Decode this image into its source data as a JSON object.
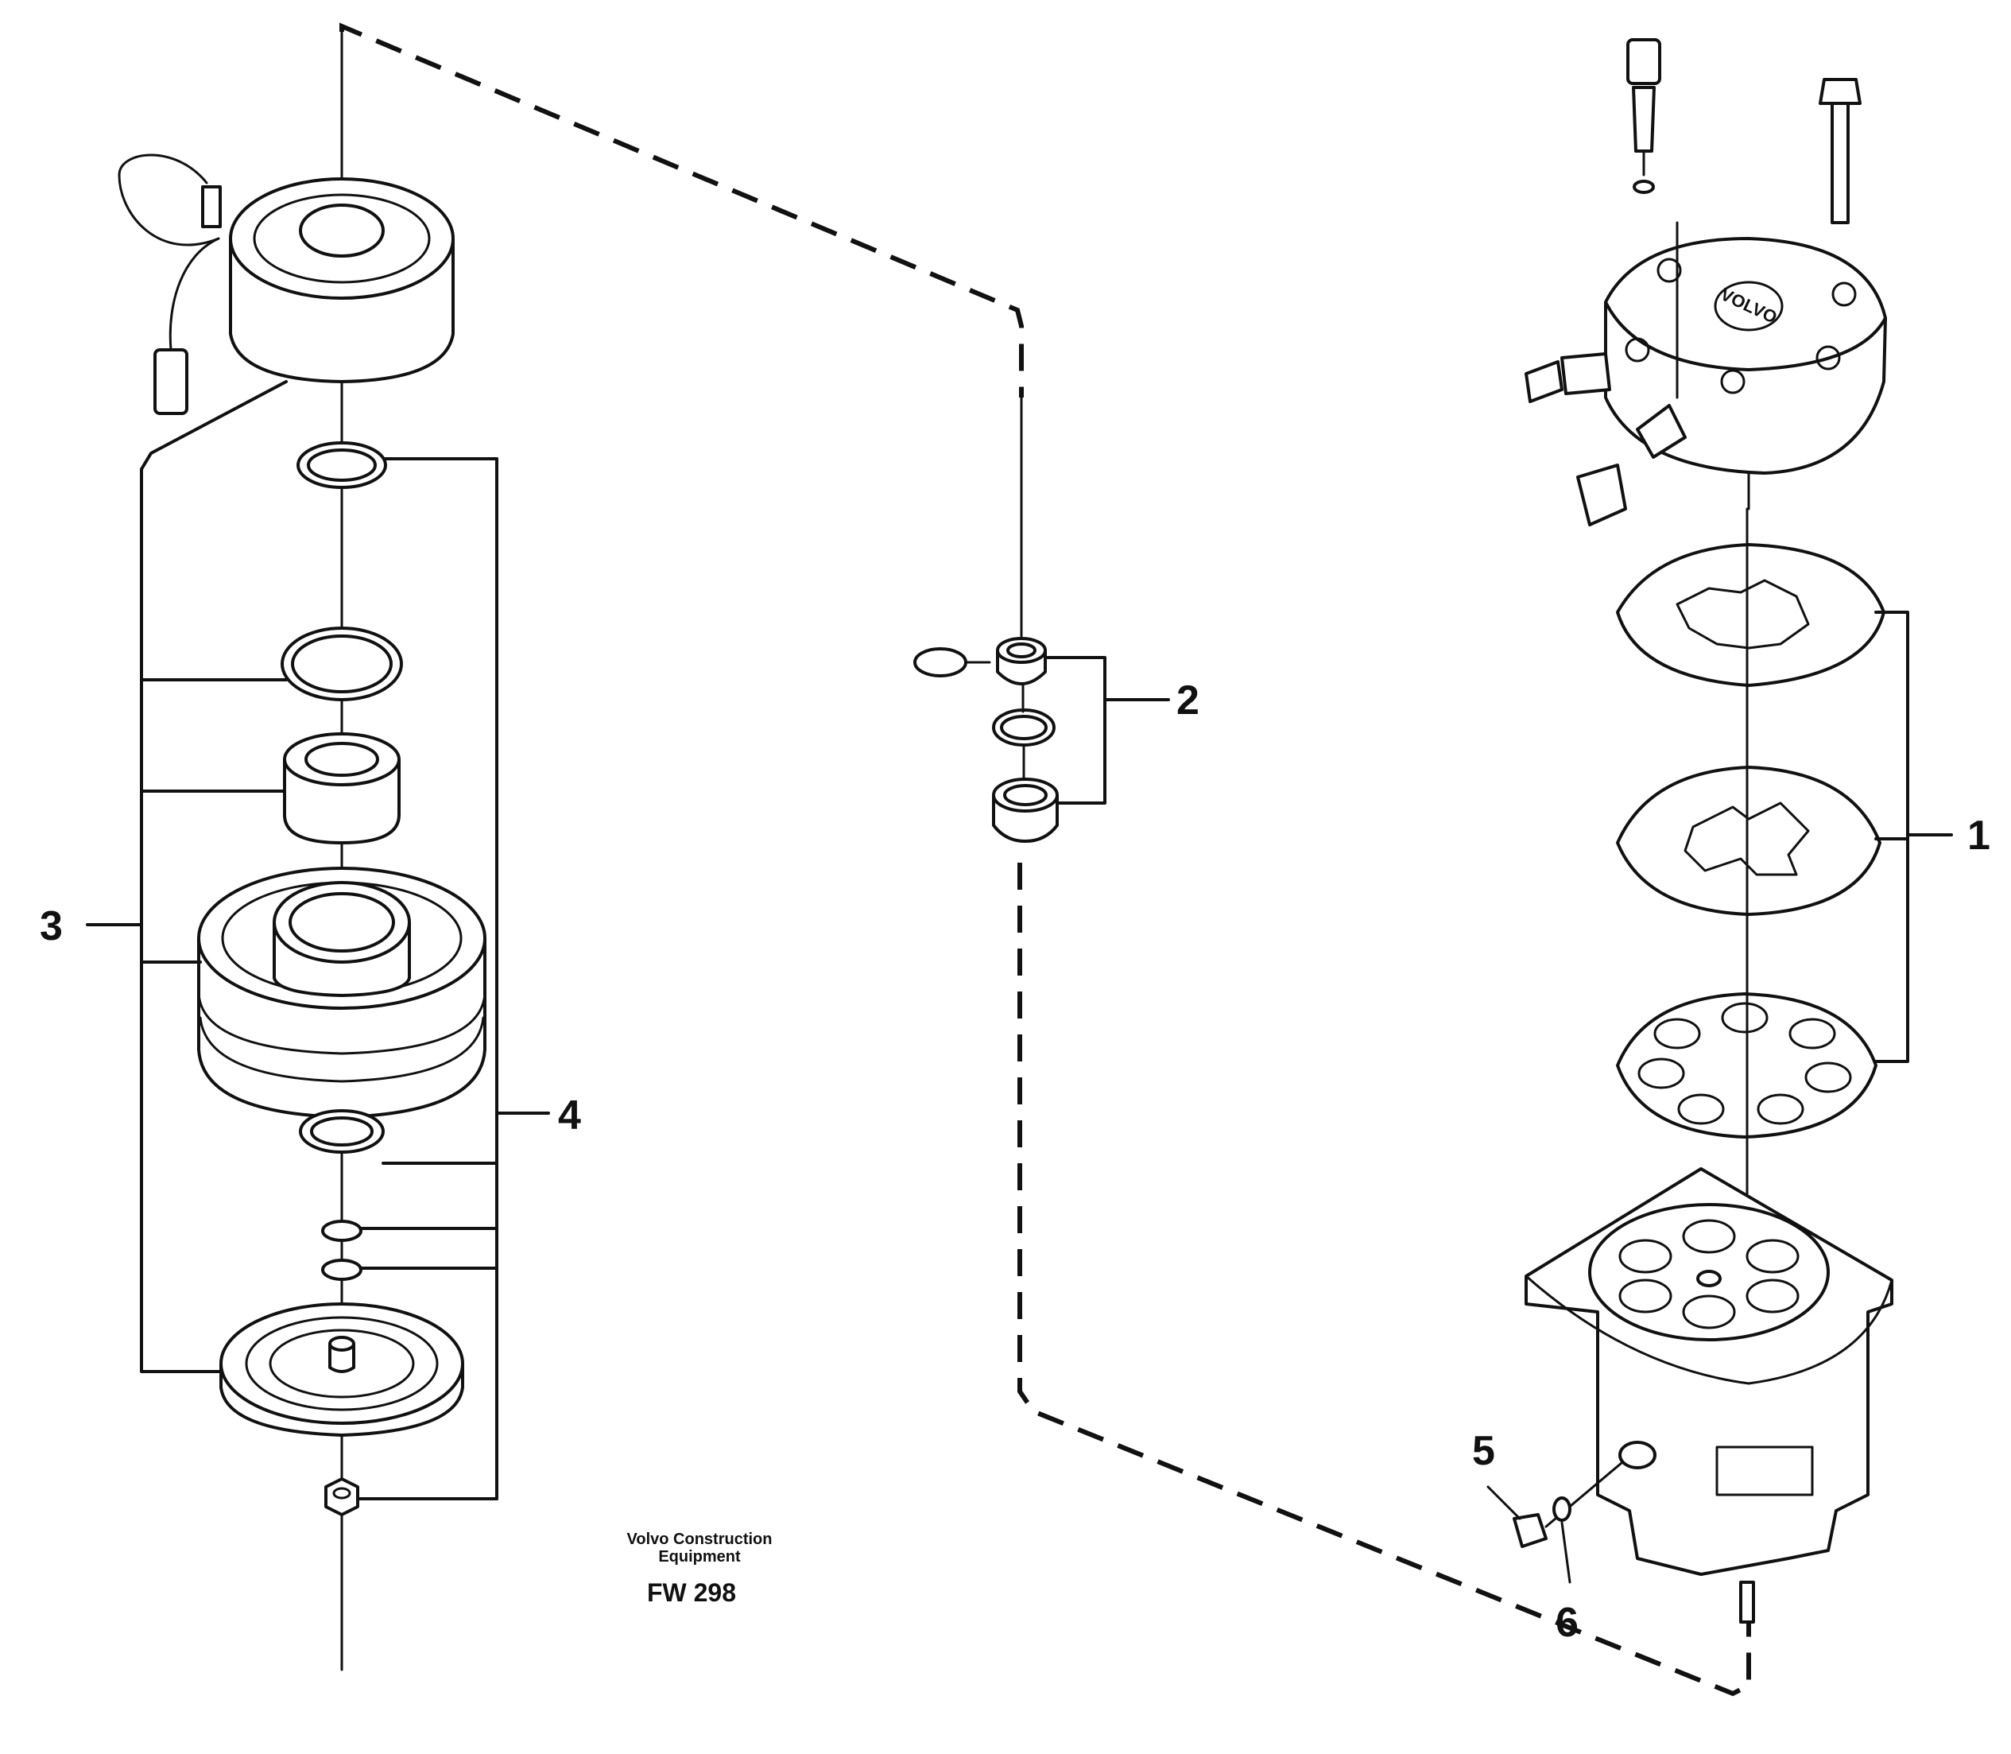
{
  "callouts": {
    "c1": "1",
    "c2": "2",
    "c3": "3",
    "c4": "4",
    "c5": "5",
    "c6": "6"
  },
  "caption": {
    "line1": "Volvo Construction",
    "line2": "Equipment",
    "code": "FW 298"
  },
  "stamp": {
    "head": "VOLVO"
  }
}
